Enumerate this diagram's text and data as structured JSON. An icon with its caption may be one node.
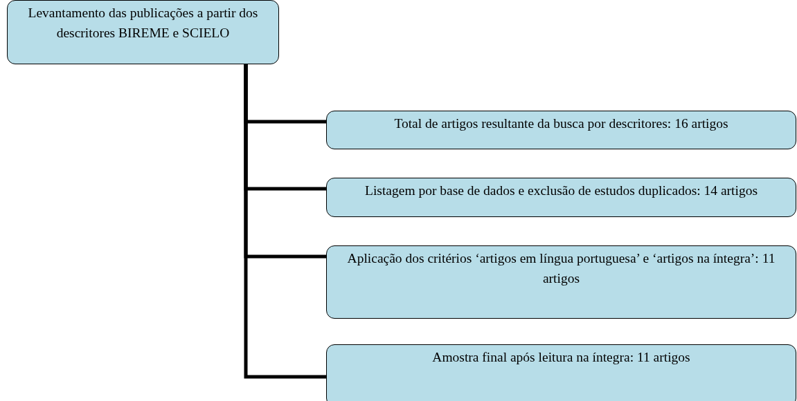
{
  "diagram": {
    "nodes": [
      {
        "text": [
          "Levantamento das publicações a partir dos descritores BIREME e SCIELO"
        ]
      },
      {
        "text": [
          "Total de artigos resultante da busca por descritores: 16 artigos"
        ]
      },
      {
        "text": [
          "Listagem por base de dados e exclusão de estudos duplicados: 14 artigos"
        ]
      },
      {
        "text": [
          "Aplicação dos critérios ‘artigos em língua portuguesa’ e ‘artigos na íntegra’: 11 artigos"
        ]
      },
      {
        "text": [
          "Amostra final após leitura na íntegra: 11 artigos"
        ]
      }
    ],
    "edges": [
      {
        "from": 0,
        "to": 1,
        "arrow": "none"
      },
      {
        "from": 0,
        "to": 2,
        "arrow": "none"
      },
      {
        "from": 0,
        "to": 3,
        "arrow": "none"
      },
      {
        "from": 0,
        "to": 4,
        "arrow": "none"
      }
    ]
  }
}
